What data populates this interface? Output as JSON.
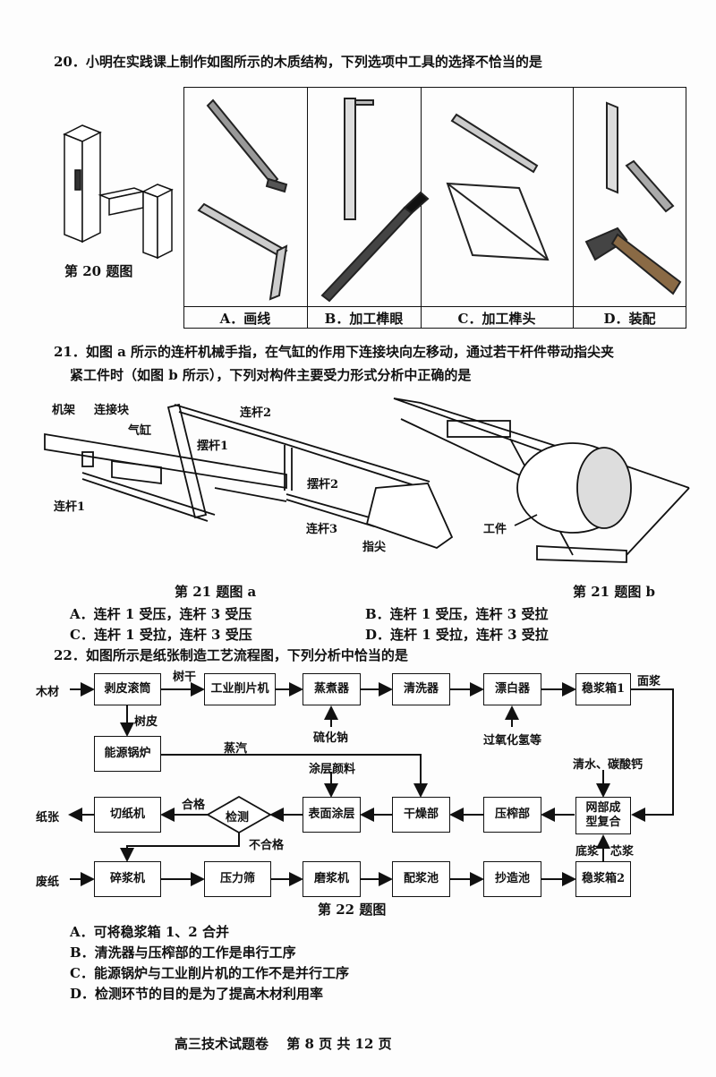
{
  "q20": {
    "stem": "20．小明在实践课上制作如图所示的木质结构，下列选项中工具的选择不恰当的是",
    "figure_caption": "第 20 题图",
    "options": [
      "A．画线",
      "B．加工榫眼",
      "C．加工榫头",
      "D．装配"
    ]
  },
  "q21": {
    "stem_line1": "21．如图 a 所示的连杆机械手指，在气缸的作用下连接块向左移动，通过若干杆件带动指尖夹",
    "stem_line2": "紧工件时（如图 b 所示），下列对构件主要受力形式分析中正确的是",
    "labels": {
      "frame": "机架",
      "block": "连接块",
      "cylinder": "气缸",
      "rod1": "连杆1",
      "rod2": "连杆2",
      "swing1": "摆杆1",
      "swing2": "摆杆2",
      "rod3": "连杆3",
      "tip": "指尖",
      "workpiece": "工件"
    },
    "caption_a": "第 21 题图 a",
    "caption_b": "第 21 题图 b",
    "options": [
      "A．连杆 1 受压，连杆 3 受压",
      "B．连杆 1 受压，连杆 3 受拉",
      "C．连杆 1 受拉，连杆 3 受压",
      "D．连杆 1 受拉，连杆 3 受拉"
    ]
  },
  "q22": {
    "stem": "22．如图所示是纸张制造工艺流程图，下列分析中恰当的是",
    "flow": {
      "inputs": {
        "wood": "木材",
        "paper_out": "纸张",
        "waste": "废纸"
      },
      "row1": [
        "剥皮滚筒",
        "工业削片机",
        "蒸煮器",
        "清洗器",
        "漂白器",
        "稳浆箱1"
      ],
      "boiler": "能源锅炉",
      "row3": [
        "切纸机",
        "检测",
        "表面涂层",
        "干燥部",
        "压榨部",
        "网部成型复合"
      ],
      "row4": [
        "碎浆机",
        "压力筛",
        "磨浆机",
        "配浆池",
        "抄造池",
        "稳浆箱2"
      ],
      "edge_labels": {
        "trunk": "树干",
        "bark": "树皮",
        "sodium_sulfide": "硫化钠",
        "peroxide": "过氧化氢等",
        "surface_pulp": "面浆",
        "steam": "蒸汽",
        "water": "清水、碳酸钙",
        "coating": "涂层颜料",
        "pass": "合格",
        "fail": "不合格",
        "bottom_pulp": "底浆",
        "core_pulp": "芯浆"
      }
    },
    "caption": "第 22 题图",
    "options": [
      "A．可将稳浆箱 1、2 合并",
      "B．清洗器与压榨部的工作是串行工序",
      "C．能源锅炉与工业削片机的工作不是并行工序",
      "D．检测环节的目的是为了提高木材利用率"
    ]
  },
  "footer": "高三技术试题卷　 第 8 页 共 12 页"
}
